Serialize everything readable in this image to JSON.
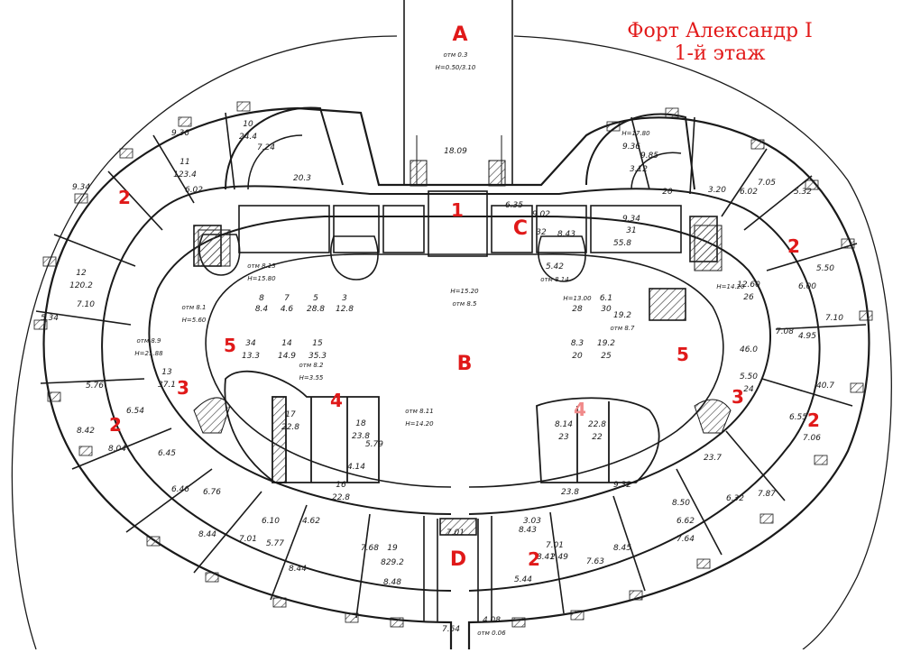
{
  "title": {
    "line1": "Форт Александр I",
    "line2": "1-й этаж"
  },
  "colors": {
    "marker": "#e01919",
    "marker_light": "#f08a8a",
    "line": "#1a1a1a",
    "hatch": "#3a3a3a"
  },
  "markers": [
    {
      "label": "A",
      "light": false
    },
    {
      "label": "B",
      "light": false
    },
    {
      "label": "C",
      "light": false
    },
    {
      "label": "D",
      "light": false
    },
    {
      "label": "1",
      "light": false
    },
    {
      "label": "2",
      "light": false
    },
    {
      "label": "2",
      "light": false
    },
    {
      "label": "2",
      "light": false
    },
    {
      "label": "2",
      "light": false
    },
    {
      "label": "2",
      "light": false
    },
    {
      "label": "3",
      "light": false
    },
    {
      "label": "3",
      "light": false
    },
    {
      "label": "4",
      "light": false
    },
    {
      "label": "4",
      "light": true
    },
    {
      "label": "5",
      "light": false
    },
    {
      "label": "5",
      "light": false
    }
  ],
  "plan_text": [
    "отм 0.3",
    "H=0.50/3.10",
    "18.09",
    "9.36",
    "11",
    "123.4",
    "6.02",
    "10",
    "24.4",
    "7.24",
    "20.3",
    "9.34",
    "12",
    "120.2",
    "7.10",
    "5.34",
    "отм 8.13",
    "H=15.80",
    "8",
    "8.4",
    "7",
    "4.6",
    "5",
    "28.8",
    "3",
    "12.8",
    "отм 8.1",
    "H=5.60",
    "отм 8.9",
    "H=21.88",
    "34",
    "13.3",
    "14",
    "14.9",
    "15",
    "35.3",
    "отм 8.2",
    "H=3.55",
    "13",
    "37.1",
    "5.76",
    "6.54",
    "8.42",
    "8.04",
    "6.45",
    "6.46",
    "17",
    "22.8",
    "18",
    "23.8",
    "4.14",
    "5.79",
    "отм 8.11",
    "H=14.20",
    "16",
    "22.8",
    "6.76",
    "8.44",
    "7.01",
    "4.62",
    "8.44",
    "6.10",
    "5.77",
    "19",
    "829.2",
    "8.48",
    "7.68",
    "7.01",
    "4.08",
    "отм 0.06",
    "H=17.80",
    "9.36",
    "9.85",
    "3.12",
    "20",
    "3.20",
    "6.02",
    "7.05",
    "5.32",
    "9.34",
    "31",
    "55.8",
    "9.02",
    "32",
    "8.43",
    "6.35",
    "5.42",
    "отм 8.14",
    "H=15.20",
    "отм 8.5",
    "H=13.00",
    "28",
    "6.1",
    "30",
    "8.3",
    "20",
    "19.2",
    "25",
    "19.2",
    "отм 8.7",
    "H=14.20",
    "12.60",
    "26",
    "46.0",
    "5.50",
    "6.00",
    "7.10",
    "4.95",
    "7.08",
    "5.50",
    "24",
    "40.7",
    "6.55",
    "7.06",
    "8.14",
    "23",
    "22.8",
    "22",
    "23.8",
    "9.32",
    "23.7",
    "6.32",
    "7.87",
    "8.50",
    "6.62",
    "7.64",
    "8.45",
    "7.63",
    "8.41",
    "7.01",
    "2.49",
    "5.44",
    "8.43",
    "3.03",
    "7.64"
  ]
}
